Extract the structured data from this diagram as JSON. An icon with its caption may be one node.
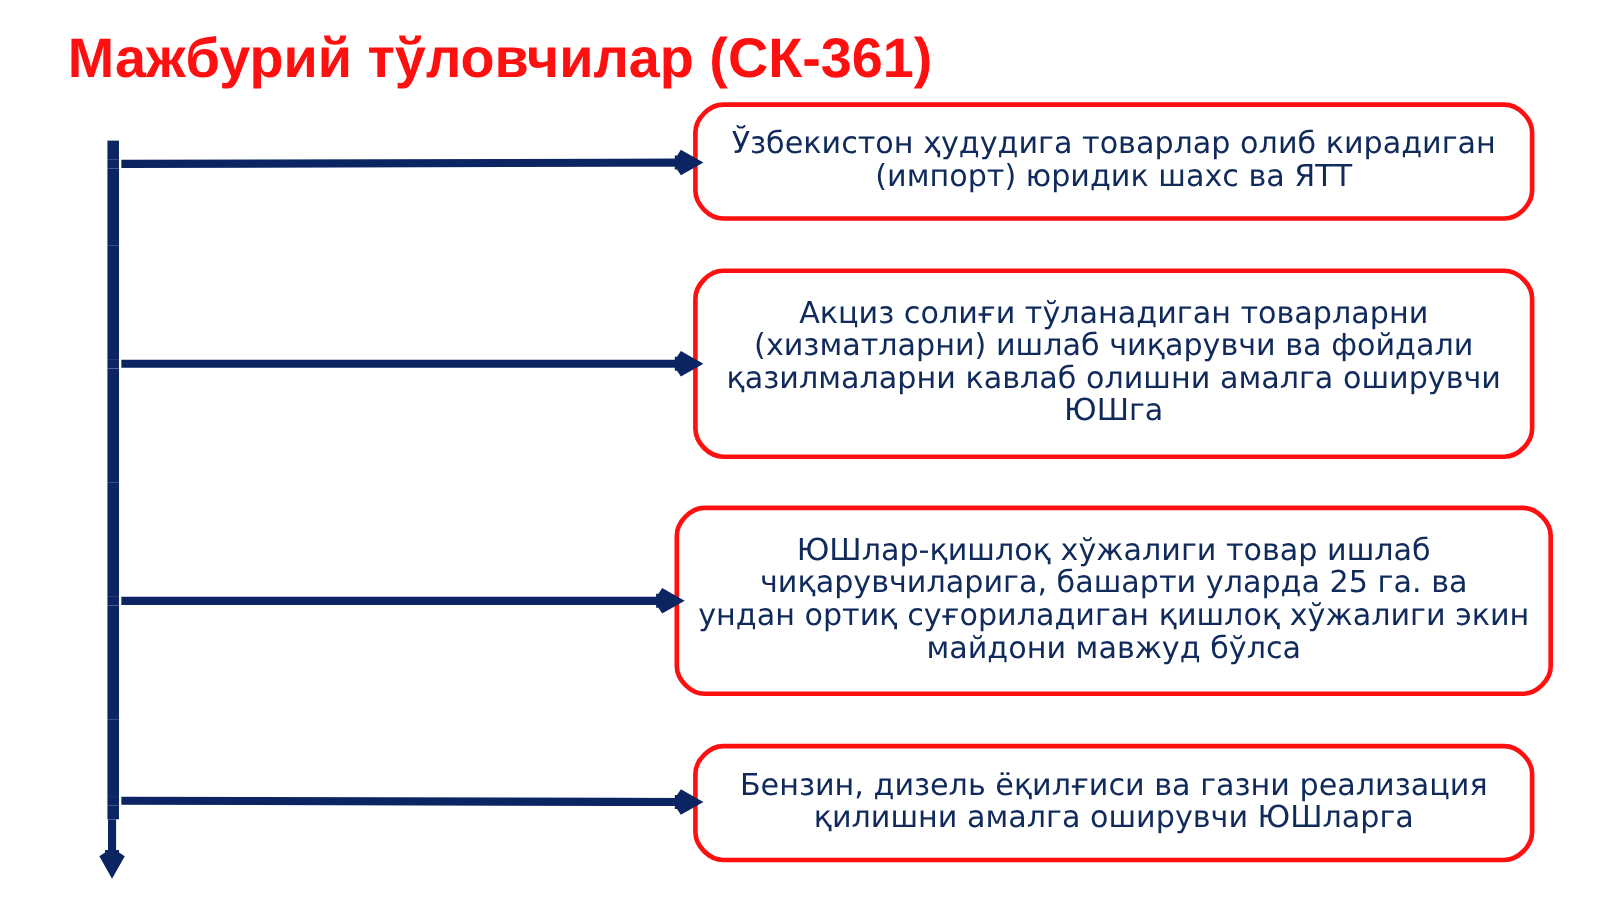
{
  "diagram": {
    "title": "Мажбурий тўловчилар (СК-361)",
    "nodes": [
      {
        "text": [],
        "shape": "bar"
      },
      {
        "text": [
          "Ўзбекистон ҳудудига товарлар олиб кирадиган (импорт) юридик шахс ва ЯТТ"
        ]
      },
      {
        "text": [
          "Акциз солиғи тўланадиган товарларни (хизматларни) ишлаб чиқарувчи ва фойдали қазилмаларни кавлаб олишни амалга оширувчи ЮШга"
        ]
      },
      {
        "text": [
          "ЮШлар-қишлоқ хўжалиги товар ишлаб чиқарувчиларига, башарти уларда 25 га. ва ундан ортиқ суғориладиган қишлоқ хўжалиги экин майдони мавжуд бўлса"
        ]
      },
      {
        "text": [
          "Бензин, дизель ёқилғиси ва газни реализация қилишни амалга оширувчи ЮШларга"
        ]
      }
    ],
    "edges": [
      {
        "from": 0,
        "to": 1,
        "arrow": "to"
      },
      {
        "from": 0,
        "to": 2,
        "arrow": "to"
      },
      {
        "from": 0,
        "to": 3,
        "arrow": "to"
      },
      {
        "from": 0,
        "to": 4,
        "arrow": "to"
      },
      {
        "from": 0,
        "to": null,
        "arrow": "to"
      }
    ]
  }
}
